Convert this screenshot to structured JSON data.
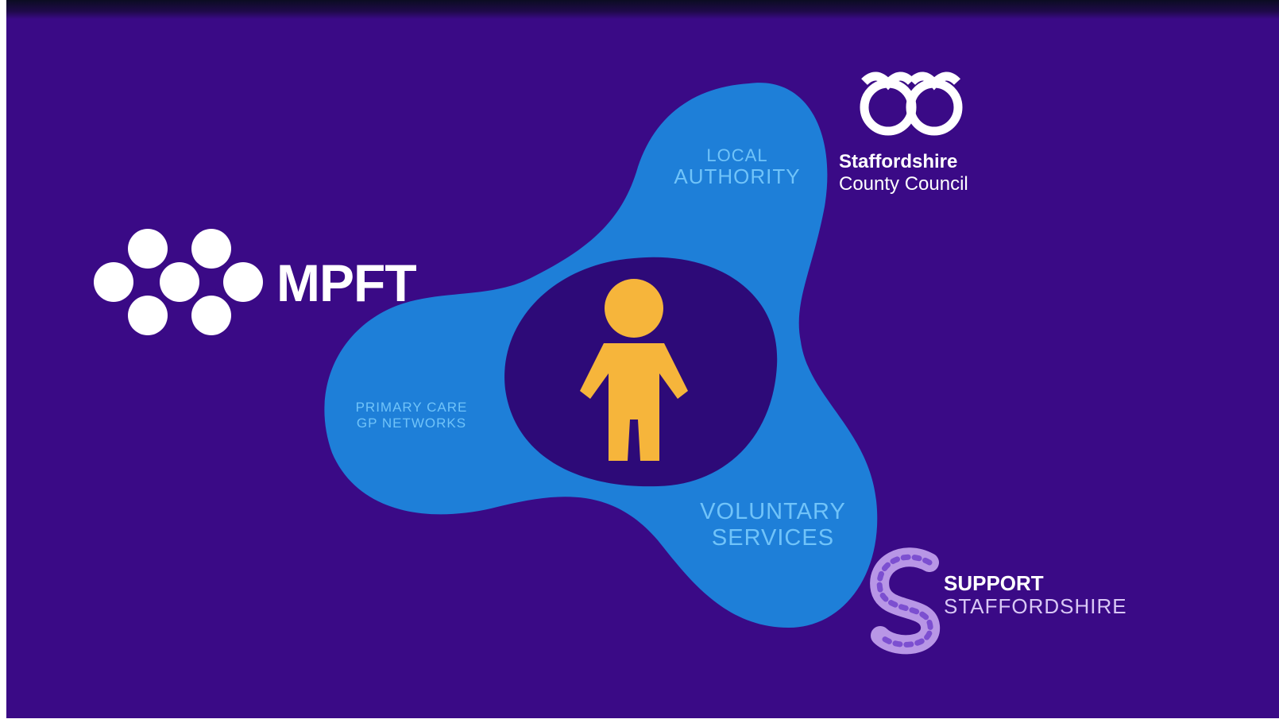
{
  "diagram": {
    "center_icon": "person-icon",
    "colors": {
      "background": "#3a0a86",
      "blob": "#1e7fd8",
      "center": "#2d0a78",
      "person": "#f6b53b",
      "logo": "#ffffff"
    },
    "lobes": {
      "top": {
        "line1": "LOCAL",
        "line2": "AUTHORITY"
      },
      "left": {
        "line1": "PRIMARY CARE",
        "line2": "GP NETWORKS"
      },
      "bottom": {
        "line1": "VOLUNTARY",
        "line2": "SERVICES"
      }
    },
    "logos": {
      "mpft": {
        "name": "MPFT",
        "icon": "mpft-network-icon"
      },
      "staffordshire": {
        "line1": "Staffordshire",
        "line2": "County Council",
        "icon": "staffordshire-knot-icon"
      },
      "support": {
        "line1": "SUPPORT",
        "line2": "STAFFORDSHIRE",
        "icon": "support-s-icon"
      }
    }
  }
}
